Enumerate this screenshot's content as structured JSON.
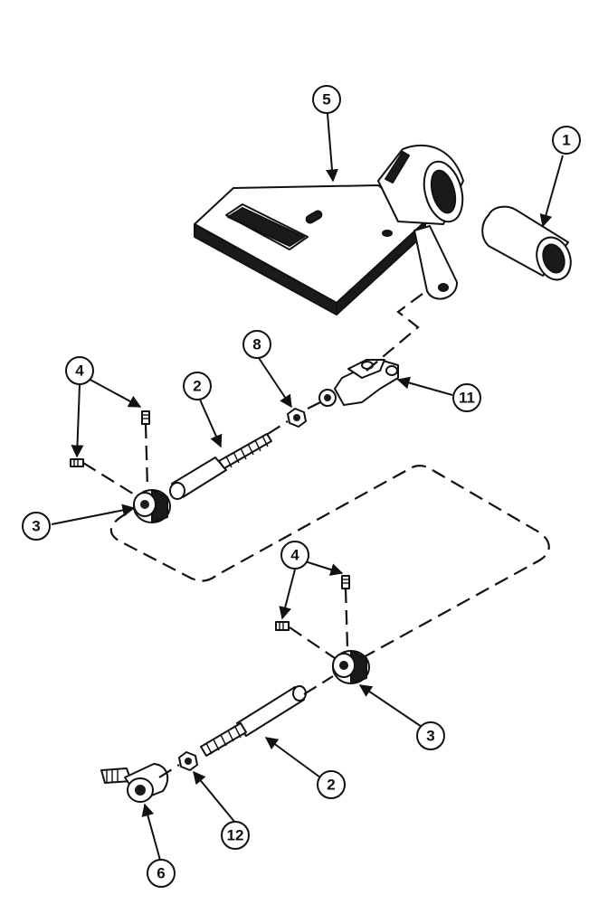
{
  "callouts": {
    "c1": "1",
    "c5": "5",
    "c4a": "4",
    "c2a": "2",
    "c8": "8",
    "c11": "11",
    "c3a": "3",
    "c4b": "4",
    "c3b": "3",
    "c2b": "2",
    "c12": "12",
    "c6": "6"
  }
}
